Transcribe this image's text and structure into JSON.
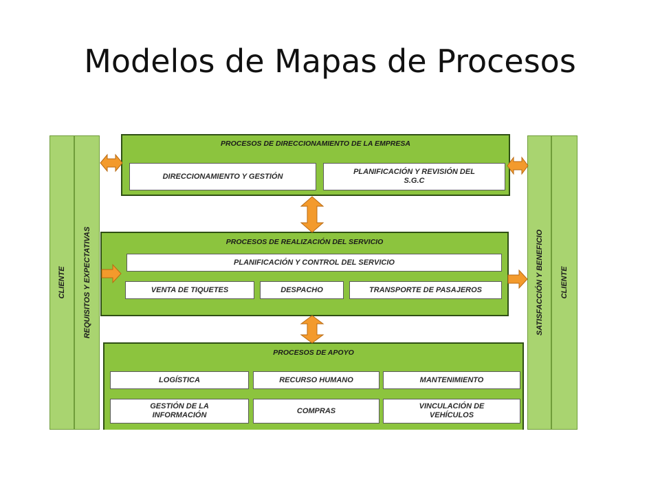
{
  "title": "Modelos de Mapas de Procesos",
  "left_columns": {
    "client": "CLIENTE",
    "requirements": "REQUISITOS Y EXPECTATIVAS"
  },
  "right_columns": {
    "satisfaction": "SATISFACCIÓN Y BENEFICIO",
    "client": "CLIENTE"
  },
  "direccionamiento": {
    "title": "PROCESOS DE DIRECCIONAMIENTO DE LA EMPRESA",
    "items": [
      "DIRECCIONAMIENTO Y GESTIÓN",
      "PLANIFICACIÓN Y REVISIÓN DEL S.G.C"
    ]
  },
  "realizacion": {
    "title": "PROCESOS DE REALIZACIÓN  DEL SERVICIO",
    "items": [
      "PLANIFICACIÓN Y CONTROL DEL SERVICIO",
      "VENTA DE TIQUETES",
      "DESPACHO",
      "TRANSPORTE DE PASAJEROS"
    ]
  },
  "apoyo": {
    "title": "PROCESOS DE APOYO",
    "items": [
      "LOGÍSTICA",
      "RECURSO HUMANO",
      "MANTENIMIENTO",
      "GESTIÓN DE LA INFORMACIÓN",
      "COMPRAS",
      "VINCULACIÓN DE VEHÍCULOS"
    ]
  },
  "colors": {
    "block_fill": "#8cc43e",
    "column_fill": "#a9d470",
    "arrow": "#f39a2c",
    "border": "#2f4f14"
  }
}
